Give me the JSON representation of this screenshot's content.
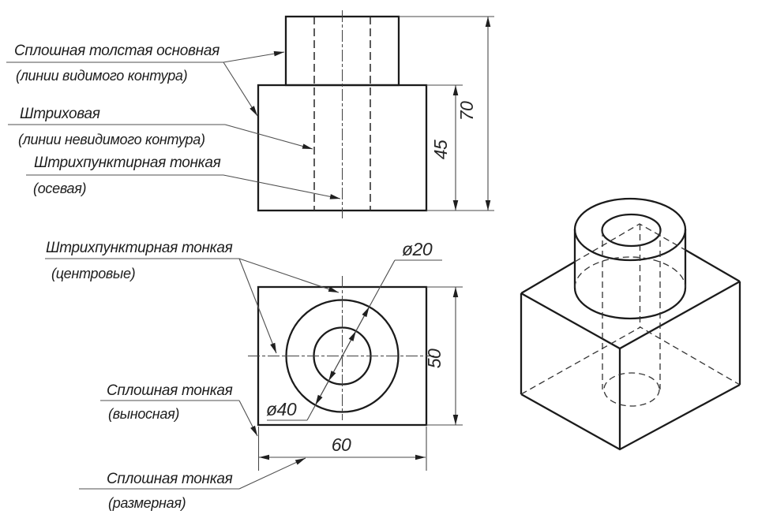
{
  "drawing": {
    "line_type_labels": [
      {
        "title": "Сплошная толстая основная",
        "subtitle": "(линии видимого контура)"
      },
      {
        "title": "Штриховая",
        "subtitle": "(линии невидимого контура)"
      },
      {
        "title": "Штрихпунктирная тонкая",
        "subtitle": "(осевая)"
      },
      {
        "title": "Штрихпунктирная тонкая",
        "subtitle": "(центровые)"
      },
      {
        "title": "Сплошная тонкая",
        "subtitle": "(выносная)"
      },
      {
        "title": "Сплошная тонкая",
        "subtitle": "(размерная)"
      }
    ],
    "dimensions": {
      "base_height": "45",
      "total_height": "70",
      "plan_depth": "50",
      "plan_width": "60",
      "hole_diameter": "ø20",
      "boss_diameter": "ø40"
    },
    "colors": {
      "thick_line": "#1b1b1b",
      "thin_line": "#4f4f4f",
      "background": "#ffffff"
    }
  }
}
